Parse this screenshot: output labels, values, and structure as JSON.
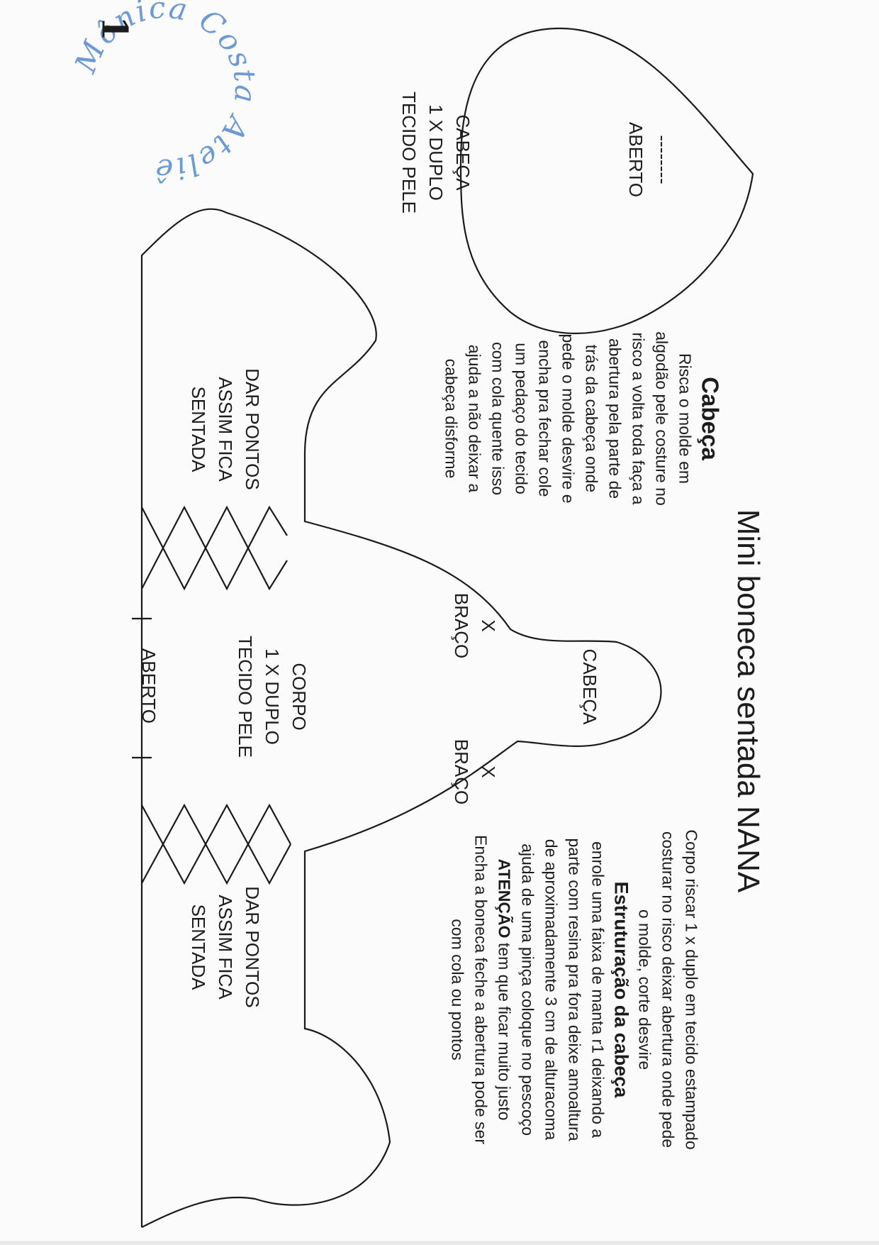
{
  "title": "Mini boneca sentada NANA",
  "watermark": {
    "text": "Mônica Costa Ateliê",
    "number": "1",
    "color": "#6b9ad6"
  },
  "head_pattern": {
    "opening_marker": "--------",
    "opening_label": "ABERTO",
    "label_lines": [
      "CABEÇA",
      "1 X DUPLO",
      "TECIDO PELE"
    ]
  },
  "head_instructions": {
    "heading": "Cabeça",
    "lines": [
      "Risca o molde em",
      "algodão pele costure no",
      "risco a volta toda faça a",
      "abertura pela parte de",
      "trás da cabeça onde",
      "pede o molde desvire e",
      "encha pra fechar cole",
      "um pedaço do tecido",
      "com cola quente isso",
      "ajuda a não deixar a",
      "cabeça disforme"
    ]
  },
  "body_instructions": {
    "intro_lines": [
      "Corpo riscar 1 x duplo em tecido estampado",
      "costurar no risco deixar abertura onde pede",
      "o molde, corte desvire"
    ],
    "heading": "Estruturação da cabeça",
    "lines": [
      "enrole uma faixa de manta r1 deixando a",
      "parte com resina pra fora deixe amoaltura",
      "de aproximadamente 3 cm de alturacoma",
      "ajuda de uma pinça coloque no pescoço"
    ],
    "attention_label": "ATENÇÃO",
    "attention_text": " tem que ficar muito justo",
    "final_lines": [
      "Encha a boneca feche a abertura pode ser",
      "com cola ou pontos"
    ]
  },
  "body_pattern": {
    "head_label": "CABEÇA",
    "arm_left": {
      "mark": "X",
      "label": "BRAÇO"
    },
    "arm_right": {
      "mark": "X",
      "label": "BRAÇO"
    },
    "corpo_lines": [
      "CORPO",
      "1 X DUPLO",
      "TECIDO PELE"
    ],
    "stitch_left_lines": [
      "DAR PONTOS",
      "ASSIM FICA",
      "SENTADA"
    ],
    "stitch_right_lines": [
      "DAR PONTOS",
      "ASSIM FICA",
      "SENTADA"
    ],
    "opening_label": "ABERTO"
  }
}
